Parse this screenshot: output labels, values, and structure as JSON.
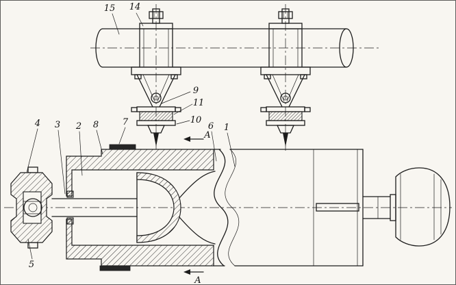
{
  "diagram": {
    "description_label": "",
    "callouts": {
      "c1": "1",
      "c2": "2",
      "c3": "3",
      "c4": "4",
      "c5": "5",
      "c6": "6",
      "c7": "7",
      "c8": "8",
      "c9": "9",
      "c10": "10",
      "c11": "11",
      "c14": "14",
      "c15": "15"
    },
    "section_label": "A",
    "colors": {
      "ink": "#1c1c1c",
      "paper": "#f8f6f1"
    }
  }
}
